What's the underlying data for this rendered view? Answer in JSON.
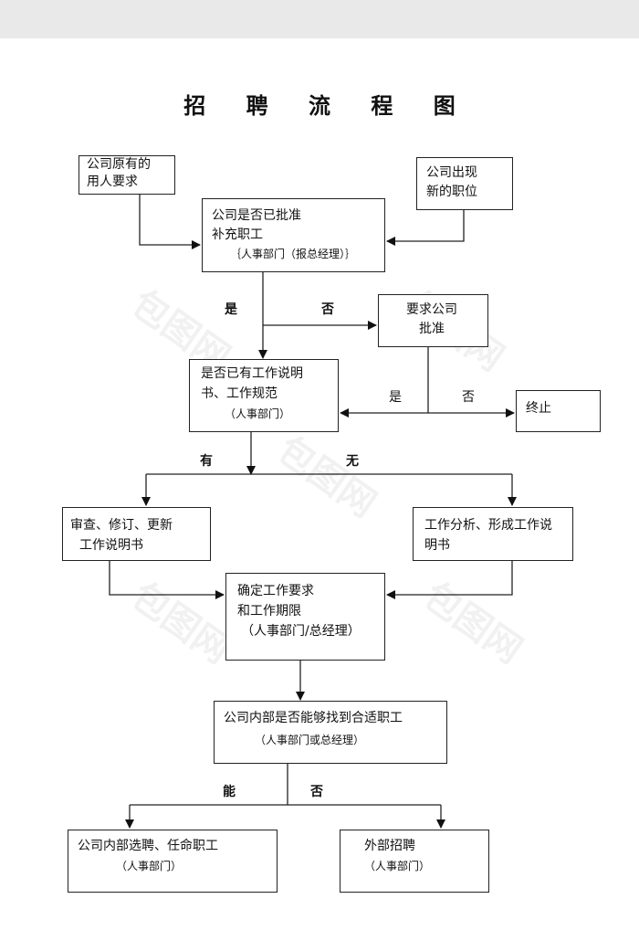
{
  "title": "招 聘 流 程 图",
  "watermark": "包图网",
  "nodes": {
    "original_demand": {
      "line1": "公司原有的",
      "line2": "用人要求"
    },
    "new_position": {
      "line1": "公司出现",
      "line2": "新的职位"
    },
    "approve_fill": {
      "line1": "公司是否已批准",
      "line2": "补充职工",
      "line3": "｛人事部门（报总经理）｝"
    },
    "request_approval": {
      "line1": "要求公司",
      "line2": "批准"
    },
    "job_desc_exist": {
      "line1": "是否已有工作说明",
      "line2": "书、工作规范",
      "line3": "（人事部门）"
    },
    "terminate": {
      "line1": "终止"
    },
    "review_revise": {
      "line1": "审查、修订、更新",
      "line2": "工作说明书"
    },
    "job_analysis": {
      "line1": "工作分析、形成工作说",
      "line2": "明书"
    },
    "confirm_req": {
      "line1": "确定工作要求",
      "line2": "和工作期限",
      "line3": "（人事部门/总经理）"
    },
    "internal_find": {
      "line1": "公司内部是否能够找到合适职工",
      "line2": "（人事部门或总经理）"
    },
    "internal_select": {
      "line1": "公司内部选聘、任命职工",
      "line2": "（人事部门）"
    },
    "external_recruit": {
      "line1": "外部招聘",
      "line2": "（人事部门）"
    }
  },
  "labels": {
    "yes_1": "是",
    "no_1": "否",
    "yes_2": "是",
    "no_2": "否",
    "have": "有",
    "none": "无",
    "can": "能",
    "cannot": "否"
  }
}
